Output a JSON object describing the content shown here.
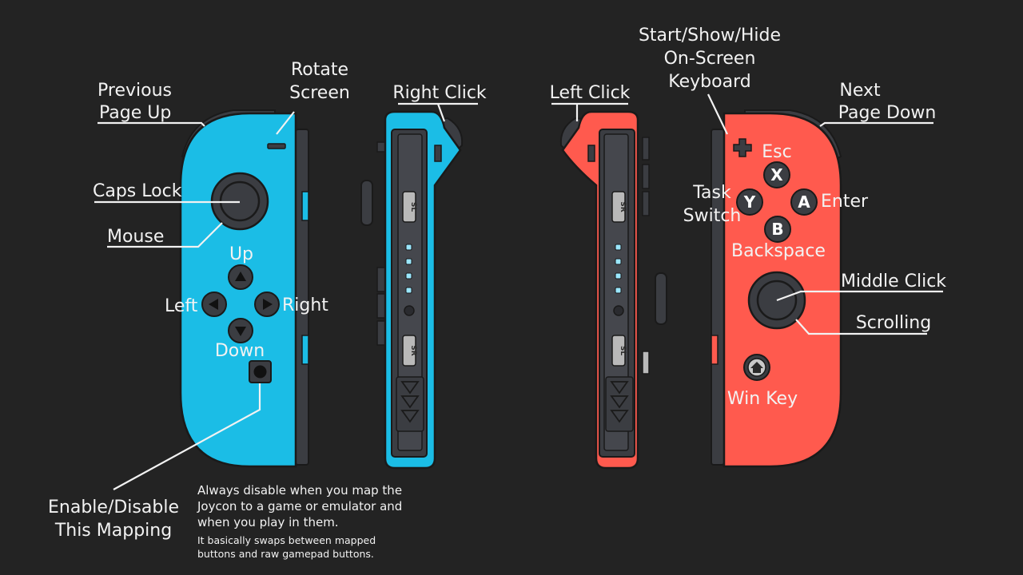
{
  "colors": {
    "background": "#232323",
    "left_joycon": "#1bbde6",
    "right_joycon": "#ff5a4e",
    "button_dark": "#3b3d42",
    "led": "#9be7ff"
  },
  "labels": {
    "previous_line1": "Previous",
    "previous_line2": "Page Up",
    "rotate_line1": "Rotate",
    "rotate_line2": "Screen",
    "right_click": "Right Click",
    "left_click": "Left Click",
    "keyboard_line1": "Start/Show/Hide",
    "keyboard_line2": "On-Screen",
    "keyboard_line3": "Keyboard",
    "next_line1": "Next",
    "next_line2": "Page Down",
    "caps_lock": "Caps Lock",
    "mouse": "Mouse",
    "up": "Up",
    "left": "Left",
    "right": "Right",
    "down": "Down",
    "enable_line1": "Enable/Disable",
    "enable_line2": "This Mapping",
    "esc": "Esc",
    "task_line1": "Task",
    "task_line2": "Switch",
    "enter": "Enter",
    "backspace": "Backspace",
    "middle_click": "Middle Click",
    "scrolling": "Scrolling",
    "win_key": "Win Key"
  },
  "note": {
    "line1": "Always disable when you map the",
    "line2": "Joycon to a game or emulator and",
    "line3": "when you play in them.",
    "line4": "It basically swaps between mapped",
    "line5": "buttons and raw gamepad buttons."
  },
  "buttons": {
    "x": "X",
    "y": "Y",
    "a": "A",
    "b": "B"
  },
  "rail": {
    "sl": "SL",
    "sr": "SR"
  },
  "icons": {
    "dpad_up": "triangle-up-icon",
    "dpad_down": "triangle-down-icon",
    "dpad_left": "triangle-left-icon",
    "dpad_right": "triangle-right-icon",
    "home": "home-icon",
    "plus": "plus-icon",
    "minus": "minus-icon"
  }
}
